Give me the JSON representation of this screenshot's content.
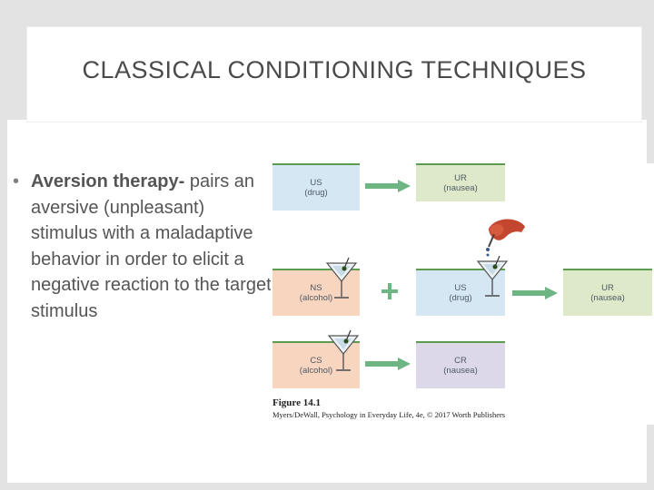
{
  "slide": {
    "title": "CLASSICAL CONDITIONING TECHNIQUES",
    "bullet": {
      "symbol": "•",
      "term": "Aversion therapy-",
      "text": " pairs an aversive (unpleasant) stimulus with a maladaptive behavior in order to elicit a negative reaction to the target stimulus"
    }
  },
  "figure": {
    "colors": {
      "blue_box": "#d6e7f4",
      "green_box": "#dde9c8",
      "orange_box": "#f7d5bf",
      "purple_box": "#dcd8ea",
      "arrow": "#6db582",
      "box_border": "#5c9b50"
    },
    "rows": {
      "row1_left": {
        "label": "US",
        "sub": "(drug)"
      },
      "row1_right": {
        "label": "UR",
        "sub": "(nausea)"
      },
      "row2_left": {
        "label": "NS",
        "sub": "(alcohol)"
      },
      "row2_mid": {
        "label": "US",
        "sub": "(drug)"
      },
      "row2_right": {
        "label": "UR",
        "sub": "(nausea)"
      },
      "row3_left": {
        "label": "CS",
        "sub": "(alcohol)"
      },
      "row3_right": {
        "label": "CR",
        "sub": "(nausea)"
      }
    },
    "plus_sign": "+",
    "icons": [
      "martini-glass-icon",
      "martini-glass-icon",
      "martini-glass-icon",
      "hand-with-dropper-icon"
    ],
    "caption": {
      "title": "Figure 14.1",
      "credit": "Myers/DeWall, Psychology in Everyday Life, 4e, © 2017 Worth Publishers"
    }
  }
}
